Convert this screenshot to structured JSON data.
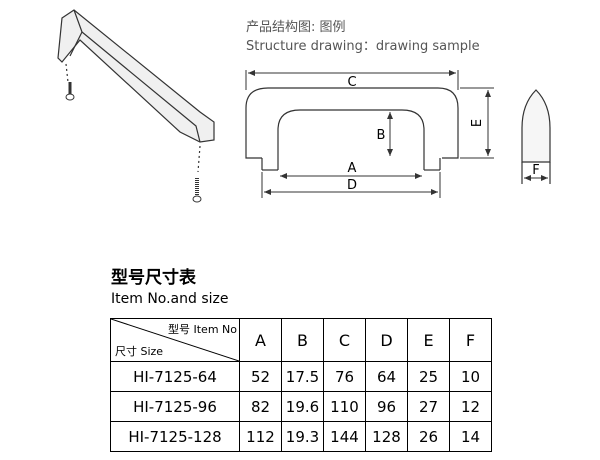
{
  "drawing": {
    "caption_cn": "产品结构图: 图例",
    "caption_en": "Structure drawing：drawing sample",
    "dim_labels": {
      "a": "A",
      "b": "B",
      "c": "C",
      "d": "D",
      "e": "E",
      "f": "F"
    }
  },
  "table": {
    "title": "型号尺寸表",
    "subtitle": "Item No.and size",
    "corner_top": "型号 Item No",
    "corner_bottom": "尺寸 Size",
    "columns": [
      "A",
      "B",
      "C",
      "D",
      "E",
      "F"
    ],
    "rows": [
      {
        "model": "HI-7125-64",
        "values": [
          "52",
          "17.5",
          "76",
          "64",
          "25",
          "10"
        ]
      },
      {
        "model": "HI-7125-96",
        "values": [
          "82",
          "19.6",
          "110",
          "96",
          "27",
          "12"
        ]
      },
      {
        "model": "HI-7125-128",
        "values": [
          "112",
          "19.3",
          "144",
          "128",
          "26",
          "14"
        ]
      }
    ]
  },
  "colors": {
    "line": "#333333",
    "caption": "#555555"
  }
}
